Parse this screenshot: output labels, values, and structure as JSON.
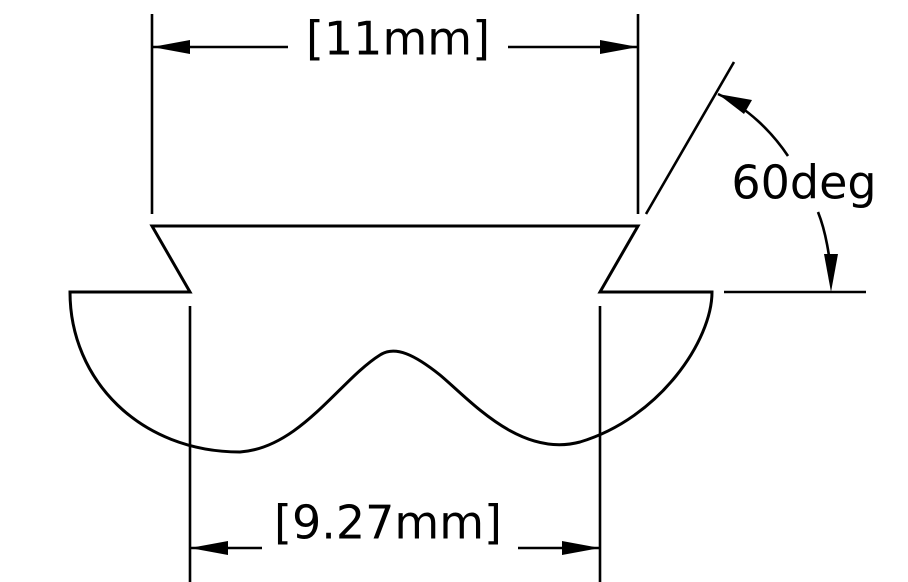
{
  "dimensions": {
    "top_width": {
      "label": "[11mm]"
    },
    "bottom_width": {
      "label": "[9.27mm]"
    },
    "angle": {
      "label": "60deg"
    }
  },
  "colors": {
    "line": "#000000",
    "background": "#ffffff"
  }
}
